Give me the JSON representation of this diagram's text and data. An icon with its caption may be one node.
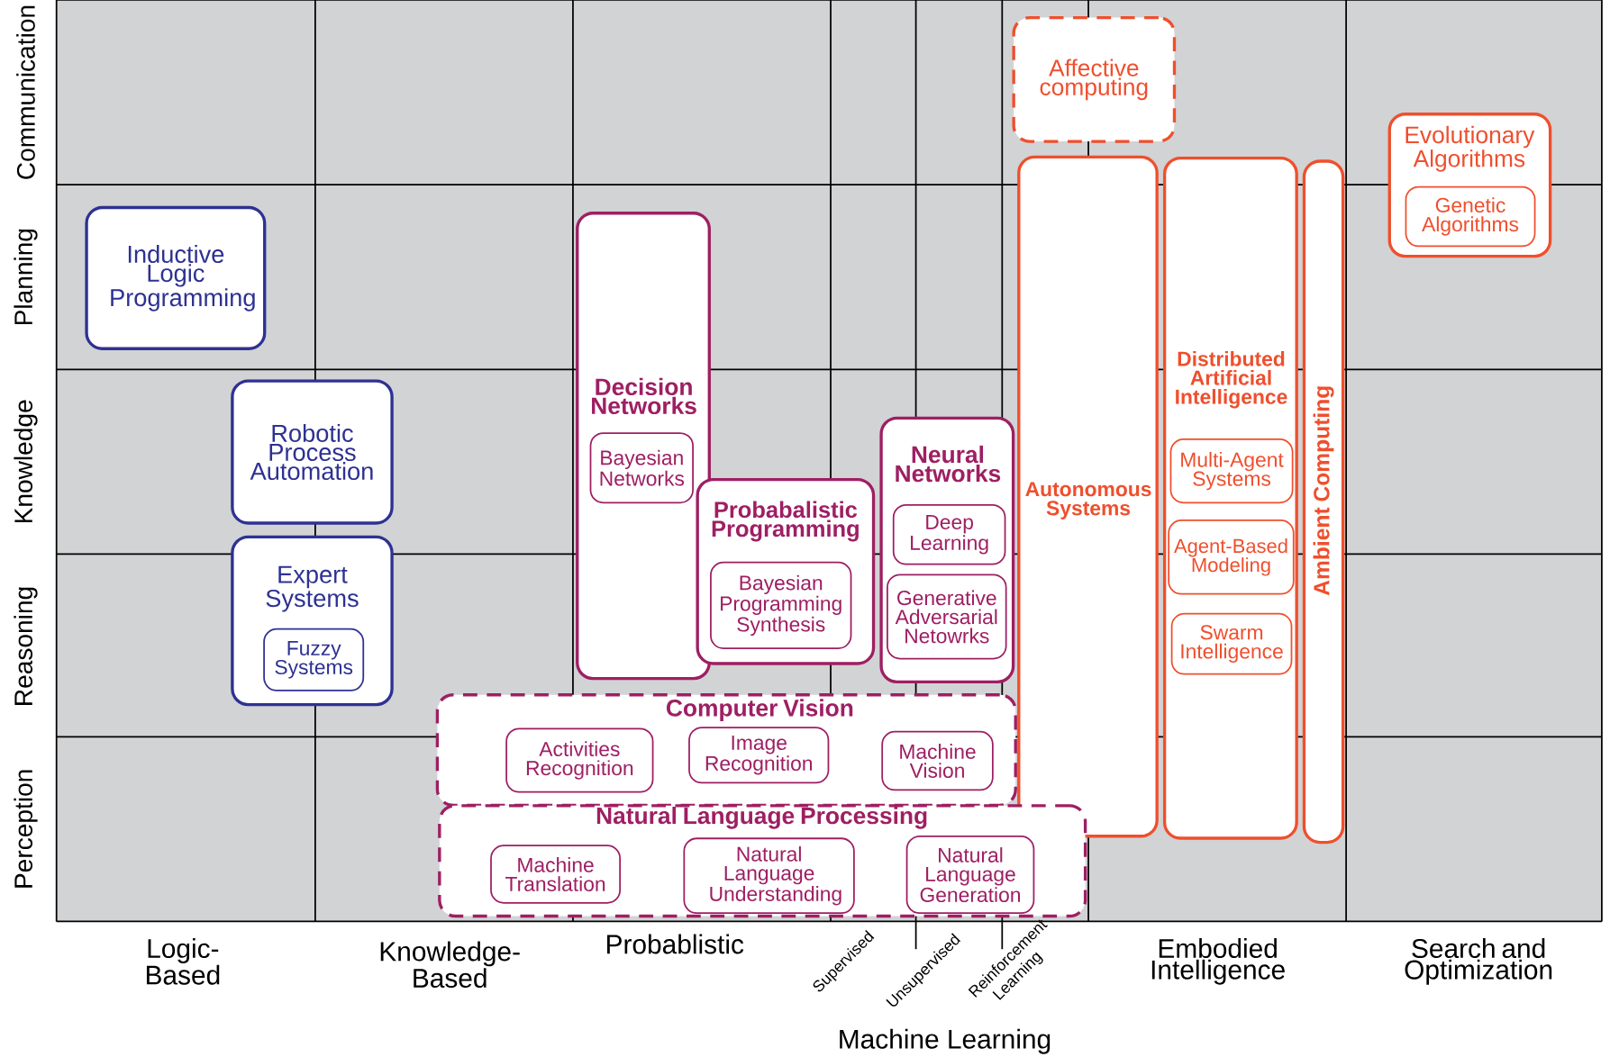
{
  "diagram": {
    "nodes": [
      {
        "text": [
          "Inductive Logic Programming"
        ]
      },
      {
        "text": [
          "Robotic Process Automation"
        ]
      },
      {
        "text": [
          "Expert Systems"
        ]
      },
      {
        "text": [
          "Fuzzy Systems"
        ],
        "in": 2
      },
      {
        "text": [
          "Decision Networks"
        ]
      },
      {
        "text": [
          "Bayesian Networks"
        ],
        "in": 4
      },
      {
        "text": [
          "Probabalistic Programming"
        ]
      },
      {
        "text": [
          "Bayesian Programming Synthesis"
        ],
        "in": 6
      },
      {
        "text": [
          "Neural Networks"
        ]
      },
      {
        "text": [
          "Deep Learning"
        ],
        "in": 8
      },
      {
        "text": [
          "Generative Adversarial Netowrks"
        ],
        "in": 8
      },
      {
        "text": [
          "Computer Vision"
        ]
      },
      {
        "text": [
          "Activities Recognition"
        ],
        "in": 11
      },
      {
        "text": [
          "Image Recognition"
        ],
        "in": 11
      },
      {
        "text": [
          "Machine Vision"
        ],
        "in": 11
      },
      {
        "text": [
          "Natural Language Processing"
        ]
      },
      {
        "text": [
          "Machine Translation"
        ],
        "in": 15
      },
      {
        "text": [
          "Natural Language Understanding"
        ],
        "in": 15
      },
      {
        "text": [
          "Natural Language Generation"
        ],
        "in": 15
      },
      {
        "text": [
          "Affective computing"
        ]
      },
      {
        "text": [
          "Autonomous Systems"
        ]
      },
      {
        "text": [
          "Distributed Artificial Intelligence"
        ]
      },
      {
        "text": [
          "Multi-Agent Systems"
        ],
        "in": 21
      },
      {
        "text": [
          "Agent-Based Modeling"
        ],
        "in": 21
      },
      {
        "text": [
          "Swarm Intelligence"
        ],
        "in": 21
      },
      {
        "text": [
          "Ambient Computing"
        ]
      },
      {
        "text": [
          "Evolutionary Algorithms"
        ]
      },
      {
        "text": [
          "Genetic Algorithms"
        ],
        "in": 26
      }
    ],
    "labels": [
      "Communication",
      "Planning",
      "Knowledge",
      "Reasoning",
      "Perception",
      "Logic- Based",
      "Knowledge- Based",
      "Probablistic",
      "Supervised",
      "Unsupervised",
      "Reinforcement Learning",
      "Embodied Intelligence",
      "Search and Optimization",
      "Machine Learning"
    ]
  }
}
